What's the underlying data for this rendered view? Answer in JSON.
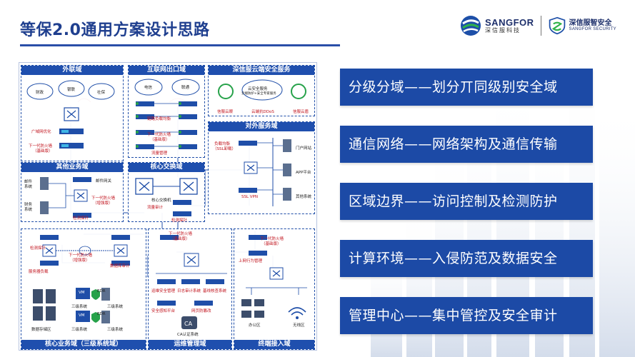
{
  "header": {
    "title": "等保2.0通用方案设计思路"
  },
  "brand": {
    "sangfor_en": "SANGFOR",
    "sangfor_cn": "深信服科技",
    "security_cn": "深信服智安全",
    "security_en": "SANGFOR SECURITY"
  },
  "colors": {
    "primary": "#1f4fae",
    "accent_red": "#c0101a",
    "green": "#27a24a"
  },
  "diagram": {
    "zones": {
      "internet": "外联域",
      "internet_exit": "互联网出口域",
      "cloud_service": "深信服云端安全服务",
      "external_service": "对外服务域",
      "other_business": "其他业务域",
      "core_switch": "核心交换域",
      "core_business": "核心业务域（三级系统域）",
      "ops_mgmt": "运维管理域",
      "terminal_access": "终端接入域"
    },
    "labels": {
      "cloud_caizheng": "财政",
      "cloud_yinlian": "银联",
      "cloud_shebao": "社保",
      "dianxin": "电信",
      "liantong": "联通",
      "wangluo_duoyuan": "广域网优化",
      "xiayidai_fw": "下一代防火墙",
      "jichuban": "（基础版）",
      "jichuban_short": "（基础版）",
      "lianlu_fuzai": "链路负载均衡",
      "liuliang_guanli": "流量管理",
      "yun_anquan": "云安全服务",
      "yun_anquan_sub": "云端防护+安全专家服务",
      "xinfu_yundun": "信服云眼",
      "yun_ddos": "云端抗DDoS",
      "xinfu_yundun2": "信服云盾",
      "fuzai_junheng": "负载均衡",
      "ssl_xiezai": "（SSL卸载）",
      "ssl_vpn": "SSL VPN",
      "menhu": "门户网站",
      "app_pingtai": "APP平台",
      "qita_xitong": "其他系统",
      "youjian": "邮件",
      "youjian_xitong": "系统",
      "caiwu": "财务",
      "caiwu_xitong": "系统",
      "youjian_wangguan": "邮件网关",
      "zengqiangban": "（增强版）",
      "jiance_tanzhen": "检测探针",
      "hexin_jiaohuan": "核心交换机",
      "liuliang_shenji": "流量审计",
      "fuwuqi_fuzai": "服务器负载",
      "shujuku_shenji": "数据库审计",
      "shuju_cunchu": "数据存储区",
      "sanji_xitong": "三级系统",
      "edr": "EDR",
      "vm": "VM",
      "yunwei_anquan": "运维安全管理",
      "rizhi_shenji": "日志审计系统",
      "jixian_xitong": "基线核查系统",
      "anquan_pingtai": "安全感知平台",
      "wangye_fangcuan": "网页防篡改",
      "ca_renzheng": "CA认证系统",
      "shangwang_xingwei": "上网行为管理",
      "bangongqu": "办公区",
      "wuxianqu": "无线区"
    }
  },
  "pillars": [
    "分级分域——划分丌同级别安全域",
    "通信网络——网络架构及通信传输",
    "区域边界——访问控制及检测防护",
    "计算环境——入侵防范及数据安全",
    "管理中心——集中管控及安全审计"
  ]
}
